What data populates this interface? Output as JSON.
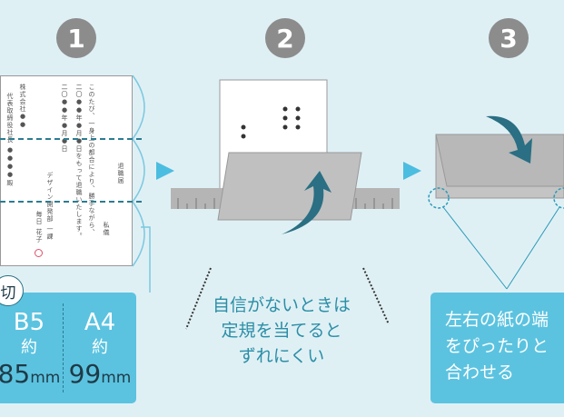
{
  "steps": [
    "1",
    "2",
    "3"
  ],
  "letter": {
    "lines": [
      "退職届",
      "私儀",
      "このたび、一身上の都合により、勝手ながら、",
      "二〇●●年●月●日をもって退職いたします。",
      "デザイン開発部 一課",
      "毎日 花子",
      "二〇●●年●月●日",
      "株式会社●●",
      "代表取締役社長 ●●●●殿"
    ]
  },
  "badge": "切",
  "box1": {
    "cols": [
      {
        "size": "B5",
        "approx": "約",
        "value": "85",
        "unit": "mm"
      },
      {
        "size": "A4",
        "approx": "約",
        "value": "99",
        "unit": "mm"
      }
    ]
  },
  "tip2": [
    "自信がないときは",
    "定規を当てると",
    "ずれにくい"
  ],
  "box3": [
    "左右の紙の端",
    "をぴったりと",
    "合わせる"
  ],
  "colors": {
    "background": "#dff0f5",
    "accent": "#5bc3e0",
    "dark_teal": "#2a6f83",
    "step_gray": "#8c8c8c"
  }
}
